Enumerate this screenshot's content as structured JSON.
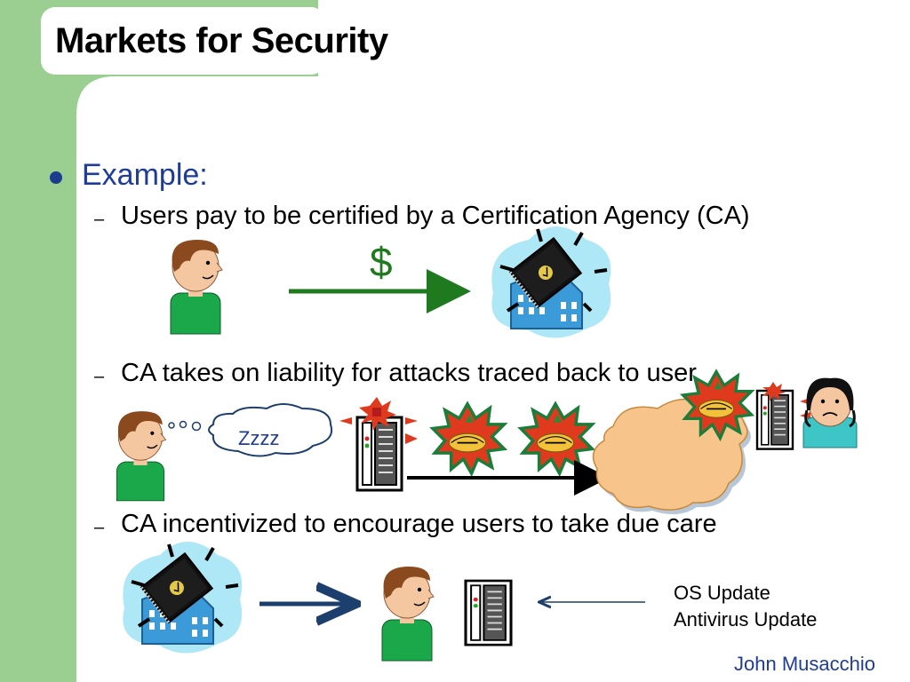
{
  "slide": {
    "title": "Markets for Security",
    "bullet": "Example:",
    "sub_items": [
      "Users pay to be certified by a Certification Agency (CA)",
      "CA takes on liability for attacks traced back to user",
      "CA incentivized to encourage users to take due care"
    ],
    "dash": "–",
    "payment_symbol": "$",
    "sleep_text": "Zzzz",
    "updates": [
      "OS Update",
      "Antivirus Update"
    ],
    "author": "John Musacchio"
  },
  "colors": {
    "sidebar_green": "#9bcf92",
    "accent_blue": "#1f3c96",
    "money_green": "#1f7a1f",
    "arrow_navy": "#1c3f6e"
  }
}
